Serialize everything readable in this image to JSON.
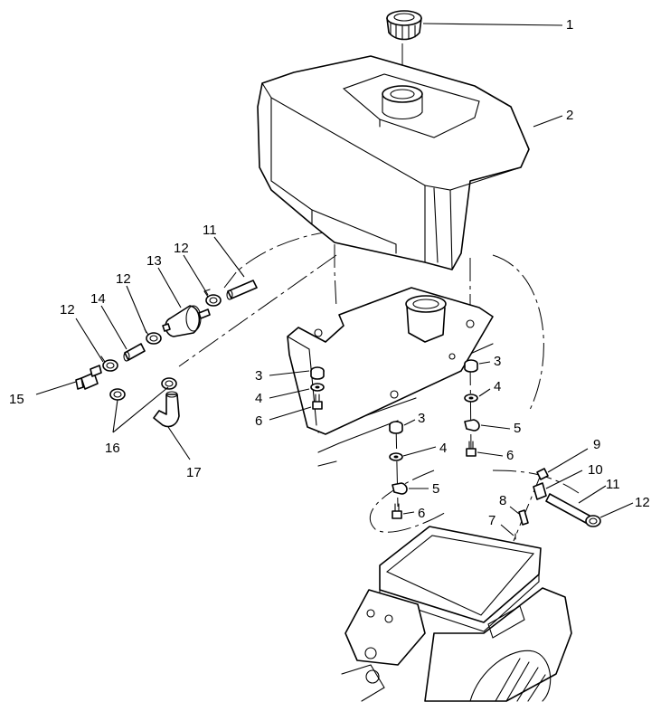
{
  "callouts": {
    "c1": "1",
    "c2": "2",
    "c3a": "3",
    "c3b": "3",
    "c3c": "3",
    "c4a": "4",
    "c4b": "4",
    "c4c": "4",
    "c5a": "5",
    "c5b": "5",
    "c6a": "6",
    "c6b": "6",
    "c6c": "6",
    "c7": "7",
    "c8": "8",
    "c9": "9",
    "c10": "10",
    "c11a": "11",
    "c11b": "11",
    "c12a": "12",
    "c12b": "12",
    "c12c": "12",
    "c12d": "12",
    "c13": "13",
    "c14": "14",
    "c15": "15",
    "c16": "16",
    "c17": "17"
  },
  "colors": {
    "line": "#000000",
    "background": "#ffffff"
  }
}
